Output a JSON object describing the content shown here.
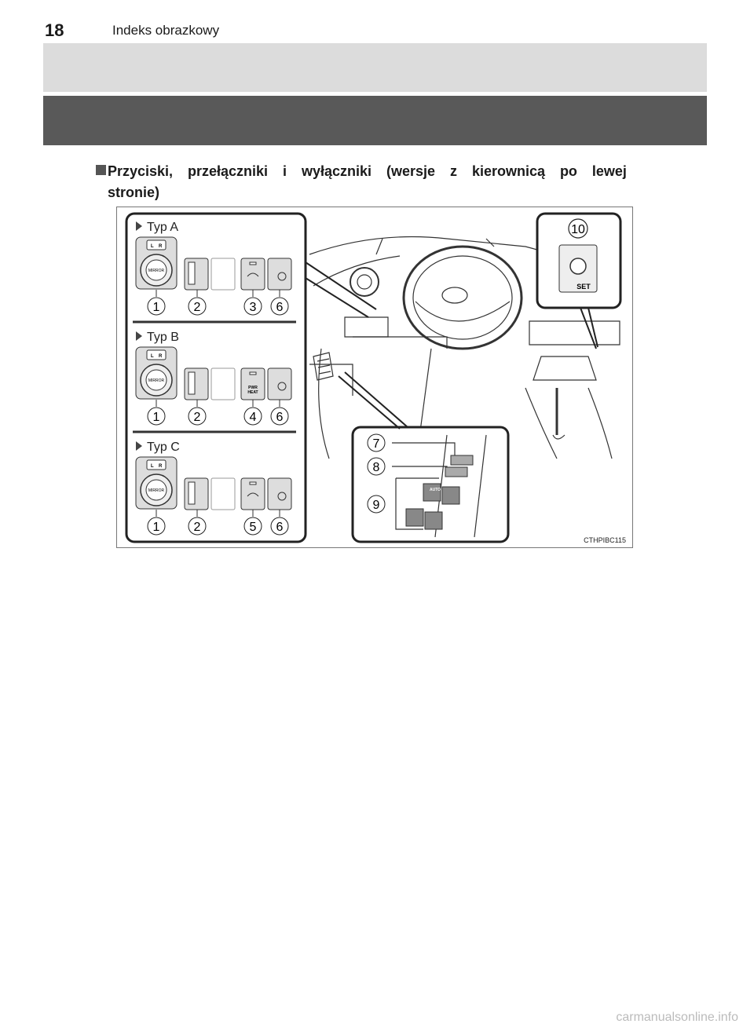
{
  "header": {
    "page_number": "18",
    "title": "Indeks obrazkowy"
  },
  "section": {
    "heading_words": [
      "Przyciski,",
      "przełączniki",
      "i",
      "wyłączniki",
      "(wersje",
      "z",
      "kierownicą",
      "po",
      "lewej"
    ],
    "heading_line2": "stronie)"
  },
  "figure": {
    "code": "CTHPIBC115",
    "types": [
      {
        "label": "Typ A",
        "callouts": [
          "1",
          "2",
          "3",
          "6"
        ]
      },
      {
        "label": "Typ B",
        "callouts": [
          "1",
          "2",
          "4",
          "6"
        ]
      },
      {
        "label": "Typ C",
        "callouts": [
          "1",
          "2",
          "5",
          "6"
        ]
      }
    ],
    "mirror_label": "MIRROR",
    "mirror_l": "L",
    "mirror_r": "R",
    "pwr_heat_1": "PWR",
    "pwr_heat_2": "HEAT",
    "set_callout": "10",
    "set_label": "SET",
    "door_callouts": [
      "7",
      "8",
      "9"
    ],
    "auto_label": "AUTO"
  },
  "footer": {
    "text": "carmanualsonline.info"
  }
}
